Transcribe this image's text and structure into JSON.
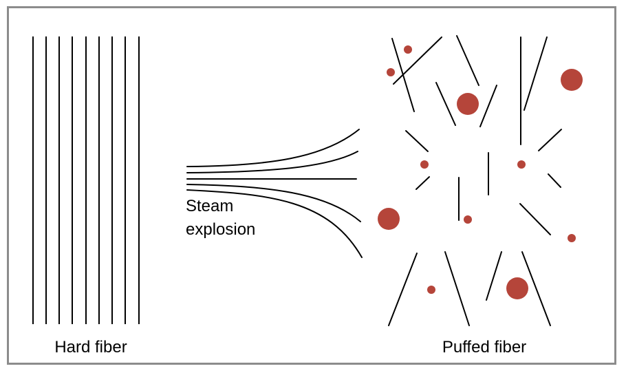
{
  "labels": {
    "left": "Hard fiber",
    "middle_line1": "Steam",
    "middle_line2": "explosion",
    "right": "Puffed fiber"
  },
  "colors": {
    "frame": "#8c8c8c",
    "line": "#000000",
    "particle": "#b5453a"
  }
}
